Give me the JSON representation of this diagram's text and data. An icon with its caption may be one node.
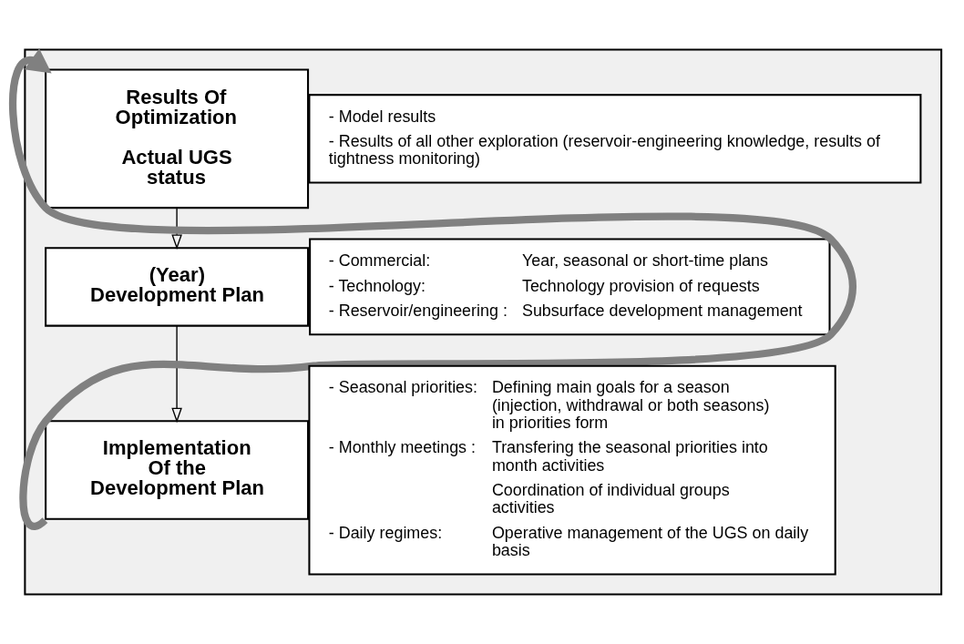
{
  "diagram": {
    "nodes": [
      {
        "text": [],
        "shape": "box"
      },
      {
        "text": [
          "Results Of Optimization",
          "Actual UGS status"
        ],
        "in": 0
      },
      {
        "text": [
          "- Model results",
          "- Results of all other exploration (reservoir-engineering knowledge, results of tightness monitoring)"
        ],
        "in": 0
      },
      {
        "text": [
          "(Year) Development Plan"
        ],
        "in": 0
      },
      {
        "text": [
          "- Commercial:",
          "Year, seasonal or short-time plans",
          "- Technology:",
          "Technology provision of requests",
          "- Reservoir/engineering :",
          "Subsurface development management"
        ],
        "in": 0
      },
      {
        "text": [
          "Implementation Of the Development Plan"
        ],
        "in": 0
      },
      {
        "text": [
          "- Seasonal priorities:",
          "Defining main goals for a season (injection, withdrawal or both seasons) in priorities form",
          "- Monthly meetings :",
          "Transfering the seasonal priorities into month activities",
          "Coordination of individual groups activities",
          "- Daily regimes:",
          "Operative management of the UGS on daily basis"
        ],
        "in": 0
      }
    ],
    "edges": [
      {
        "from": 1,
        "to": 3,
        "arrow": "to"
      },
      {
        "from": 3,
        "to": 5,
        "arrow": "to"
      },
      {
        "from": 5,
        "to": 1,
        "arrow": "to",
        "style": "thick",
        "color": "#808080"
      }
    ]
  }
}
